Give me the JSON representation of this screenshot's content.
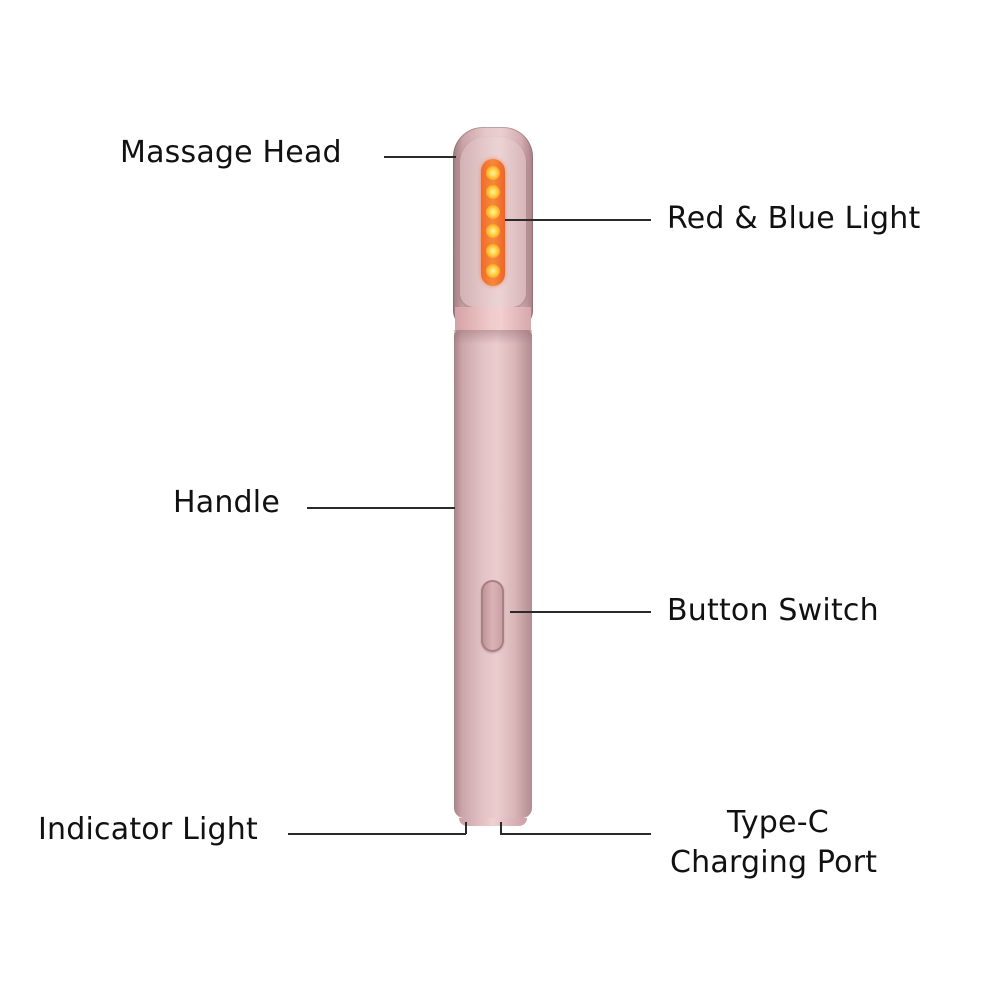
{
  "diagram": {
    "subject": "LED facial massage wand",
    "colors": {
      "background": "#ffffff",
      "body_rose_gold": "#e2c1c3",
      "led_orange": "#f58a3a",
      "led_core": "#ffd23f",
      "leader_line": "#2a2a2a",
      "label_text": "#111111"
    },
    "led_count": 6,
    "labels": {
      "massage_head": "Massage Head",
      "red_blue_light": "Red & Blue Light",
      "handle": "Handle",
      "button_switch": "Button Switch",
      "indicator_light": "Indicator Light",
      "type_c_line1": "Type-C",
      "type_c_line2": "Charging Port"
    }
  }
}
